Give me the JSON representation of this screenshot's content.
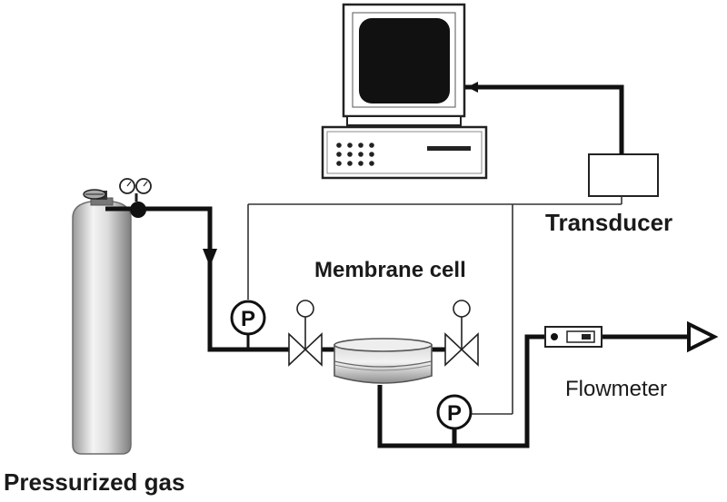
{
  "labels": {
    "transducer": "Transducer",
    "membrane_cell": "Membrane cell",
    "flowmeter": "Flowmeter",
    "pressurized_gas": "Pressurized gas"
  },
  "gauges": {
    "upstream": "P",
    "downstream": "P"
  },
  "colors": {
    "line": "#111111",
    "thin_line": "#333333",
    "screen": "#111111",
    "cylinder_light": "#f2f2f2",
    "cylinder_dark": "#8c8c8c",
    "cell_light": "#e6e6e6",
    "cell_dark": "#8a8a8a"
  }
}
